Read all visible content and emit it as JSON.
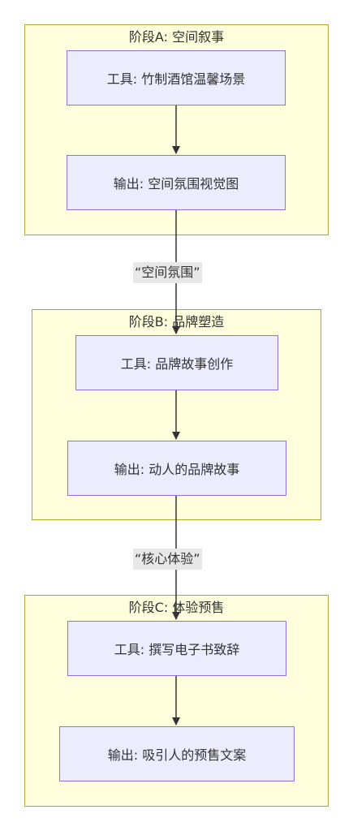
{
  "stages": [
    {
      "title": "阶段A: 空间叙事",
      "tool": "工具: 竹制酒馆温馨场景",
      "output": "输出: 空间氛围视觉图"
    },
    {
      "title": "阶段B: 品牌塑造",
      "tool": "工具: 品牌故事创作",
      "output": "输出: 动人的品牌故事"
    },
    {
      "title": "阶段C: 体验预售",
      "tool": "工具: 撰写电子书致辞",
      "output": "输出: 吸引人的预售文案"
    }
  ],
  "links": [
    "“空间氛围”",
    "“核心体验”"
  ],
  "colors": {
    "stage_fill": "#ffffde",
    "stage_border": "#aaaa33",
    "node_fill": "#ececff",
    "node_border": "#9370db",
    "edge": "#333333",
    "label_bg": "#e8e8e8"
  }
}
